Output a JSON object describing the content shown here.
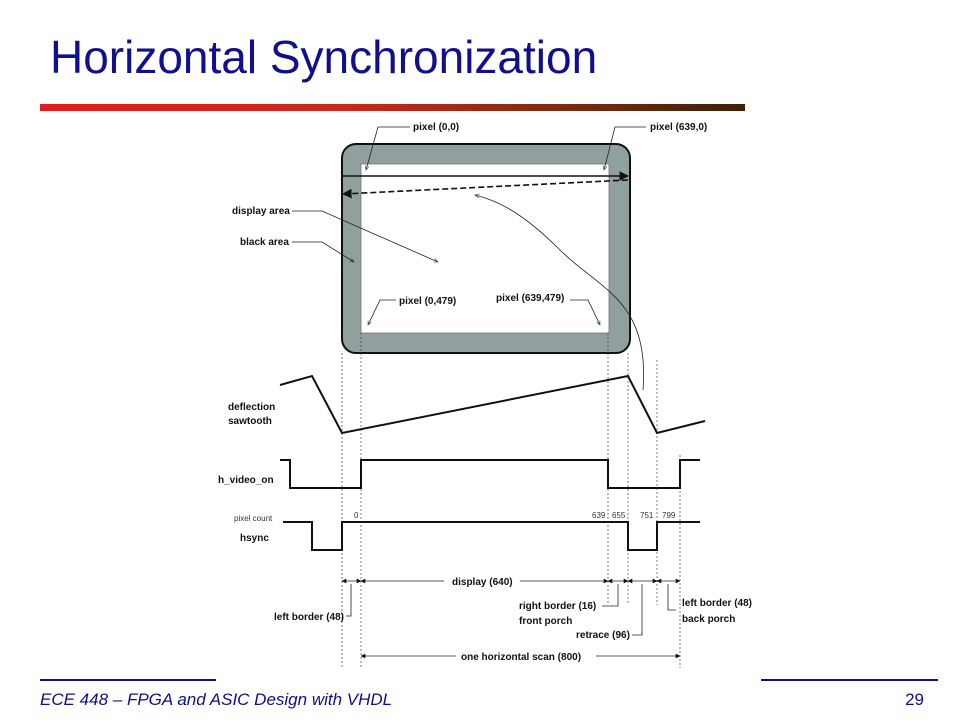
{
  "title": "Horizontal Synchronization",
  "footer": {
    "course": "ECE 448 – FPGA and ASIC Design with VHDL",
    "page": "29"
  },
  "diagram": {
    "pixel_tl": "pixel (0,0)",
    "pixel_tr": "pixel (639,0)",
    "pixel_bl": "pixel (0,479)",
    "pixel_br": "pixel (639,479)",
    "display_area": "display area",
    "black_area": "black area",
    "deflection_1": "deflection",
    "deflection_2": "sawtooth",
    "h_video_on": "h_video_on",
    "pixel_count": "pixel count",
    "hsync": "hsync",
    "count_0": "0",
    "count_639": "639",
    "count_655": "655",
    "count_751": "751",
    "count_799": "799",
    "display_640": "display (640)",
    "left_border_48": "left border (48)",
    "right_border_16": "right border (16)",
    "front_porch": "front porch",
    "retrace_96": "retrace (96)",
    "left_border_48b": "left border (48)",
    "back_porch": "back porch",
    "one_scan": "one horizontal scan (800)"
  },
  "colors": {
    "title": "#10108f",
    "screen_border": "#8fa09e"
  }
}
